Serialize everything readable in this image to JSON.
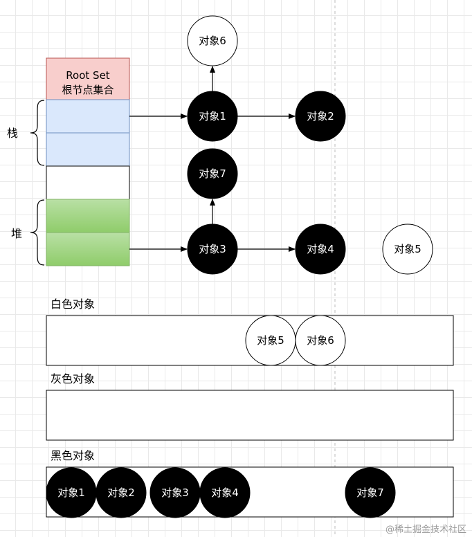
{
  "root_set": {
    "line1": "Root Set",
    "line2": "根节点集合"
  },
  "labels": {
    "stack": "栈",
    "heap": "堆"
  },
  "nodes": {
    "obj1": "对象1",
    "obj2": "对象2",
    "obj3": "对象3",
    "obj4": "对象4",
    "obj5": "对象5",
    "obj6": "对象6",
    "obj7": "对象7"
  },
  "sections": {
    "white": {
      "title": "白色对象",
      "items": [
        "对象5",
        "对象6"
      ]
    },
    "gray": {
      "title": "灰色对象",
      "items": []
    },
    "black": {
      "title": "黑色对象",
      "items": [
        "对象1",
        "对象2",
        "对象3",
        "对象4",
        "对象7"
      ]
    }
  },
  "watermark": "@稀土掘金技术社区",
  "colors": {
    "root_set_fill": "#f8cecc",
    "stack_fill": "#dae8fc",
    "heap_fill": "#8fcc6a",
    "black_node": "#000000",
    "white_node": "#ffffff"
  }
}
